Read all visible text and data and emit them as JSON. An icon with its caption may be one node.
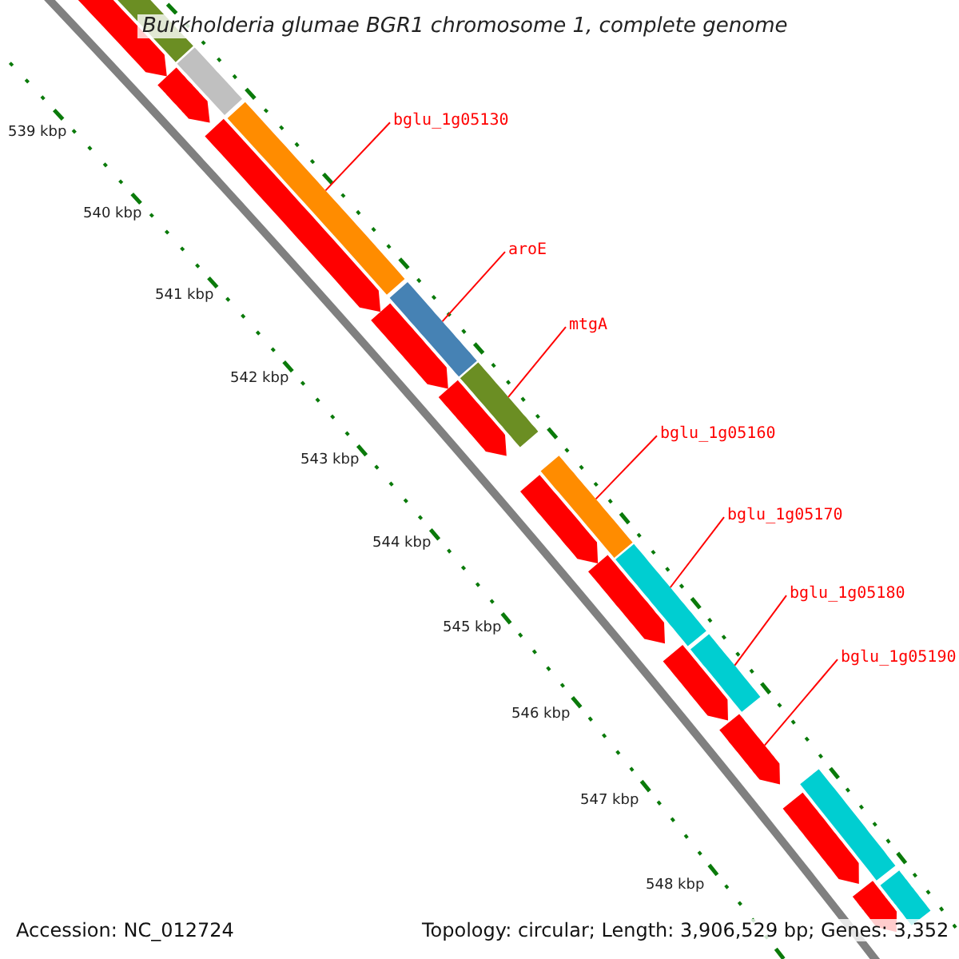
{
  "diagram": {
    "title": "Burkholderia glumae BGR1 chromosome 1, complete genome",
    "nodes": [
      {
        "text": [
          "bglu_1g05130"
        ]
      },
      {
        "text": [
          "aroE"
        ]
      },
      {
        "text": [
          "mtgA"
        ]
      },
      {
        "text": [
          "bglu_1g05160"
        ]
      },
      {
        "text": [
          "bglu_1g05170"
        ]
      },
      {
        "text": [
          "bglu_1g05180"
        ]
      },
      {
        "text": [
          "bglu_1g05190"
        ]
      },
      {
        "text": [],
        "shape": "bar"
      },
      {
        "text": [],
        "shape": "bar"
      },
      {
        "text": [],
        "shape": "bar"
      },
      {
        "text": [],
        "shape": "bar"
      },
      {
        "text": [],
        "shape": "bar"
      },
      {
        "text": [],
        "shape": "bar"
      },
      {
        "text": [],
        "shape": "bar"
      },
      {
        "text": [],
        "shape": "bar"
      },
      {
        "text": [],
        "shape": "bar"
      },
      {
        "text": [],
        "shape": "bar"
      },
      {
        "text": [],
        "shape": "bar"
      },
      {
        "text": [],
        "shape": "bar"
      },
      {
        "text": [],
        "shape": "bar"
      },
      {
        "text": [],
        "shape": "bar"
      },
      {
        "text": [],
        "shape": "bar"
      },
      {
        "text": [],
        "shape": "bar"
      },
      {
        "text": [],
        "shape": "bar"
      },
      {
        "text": [],
        "shape": "bar"
      },
      {
        "text": [],
        "shape": "bar"
      },
      {
        "text": [],
        "shape": "bar"
      },
      {
        "text": [],
        "shape": "bar"
      }
    ],
    "edges": [
      {
        "from": 0,
        "to": 12,
        "arrow": "none"
      },
      {
        "from": 1,
        "to": 13,
        "arrow": "none"
      },
      {
        "from": 2,
        "to": 15,
        "arrow": "none"
      },
      {
        "from": 3,
        "to": 17,
        "arrow": "none"
      },
      {
        "from": 4,
        "to": 20,
        "arrow": "none"
      },
      {
        "from": 5,
        "to": 22,
        "arrow": "none"
      },
      {
        "from": 6,
        "to": 23,
        "arrow": "none"
      }
    ],
    "labels": [
      "539 kbp",
      "540 kbp",
      "541 kbp",
      "542 kbp",
      "543 kbp",
      "544 kbp",
      "545 kbp",
      "546 kbp",
      "547 kbp",
      "548 kbp",
      "Accession: NC_012724",
      "Topology: circular; Length: 3,906,529 bp; Genes: 3,352"
    ]
  }
}
